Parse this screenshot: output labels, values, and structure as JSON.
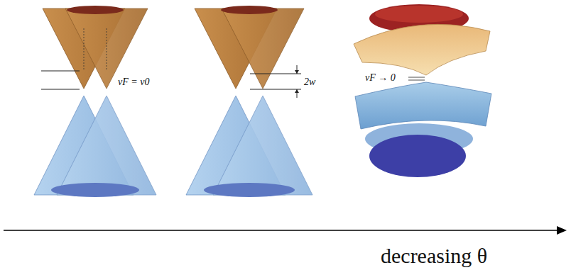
{
  "diagram": {
    "labels": [
      "vF = v0",
      "2w",
      "vF → 0",
      "decreasing θ"
    ]
  }
}
